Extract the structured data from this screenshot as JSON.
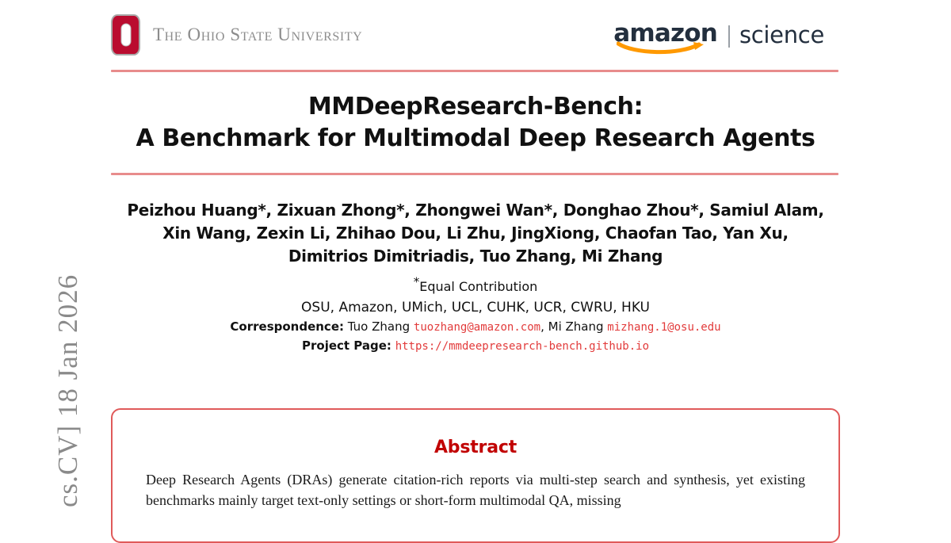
{
  "arxiv": {
    "stamp": "cs.CV]  18 Jan 2026"
  },
  "header": {
    "osu": {
      "logo_icon": "osu-block-o-icon",
      "wordmark": "The Ohio State University"
    },
    "amazon": {
      "wordmark": "amazon",
      "smile_icon": "amazon-smile-arrow-icon",
      "divider_icon": "vertical-divider-icon",
      "suffix": "science"
    },
    "rule_color": "#e88c8c"
  },
  "title": {
    "line1": "MMDeepResearch-Bench:",
    "line2": "A Benchmark for Multimodal Deep Research Agents"
  },
  "authors": {
    "line1": "Peizhou Huang*, Zixuan Zhong*, Zhongwei Wan*, Donghao Zhou*, Samiul Alam,",
    "line2": "Xin Wang, Zexin Li, Zhihao Dou, Li Zhu, JingXiong, Chaofan Tao, Yan Xu,",
    "line3": "Dimitrios Dimitriadis, Tuo Zhang, Mi Zhang"
  },
  "meta": {
    "equal_star": "*",
    "equal_contribution": "Equal Contribution",
    "affiliations": "OSU, Amazon, UMich, UCL, CUHK, UCR, CWRU, HKU",
    "correspondence_label": "Correspondence:",
    "correspondence_name1": "Tuo Zhang",
    "correspondence_email1": "tuozhang@amazon.com",
    "correspondence_sep": ",",
    "correspondence_name2": "Mi Zhang",
    "correspondence_email2": "mizhang.1@osu.edu",
    "project_label": "Project Page:",
    "project_url": "https://mmdeepresearch-bench.github.io"
  },
  "abstract": {
    "heading": "Abstract",
    "heading_color": "#c10000",
    "border_color": "#e05a5a",
    "body": "Deep Research Agents (DRAs) generate citation-rich reports via multi-step search and synthesis, yet existing benchmarks mainly target text-only settings or short-form multimodal QA, missing"
  }
}
